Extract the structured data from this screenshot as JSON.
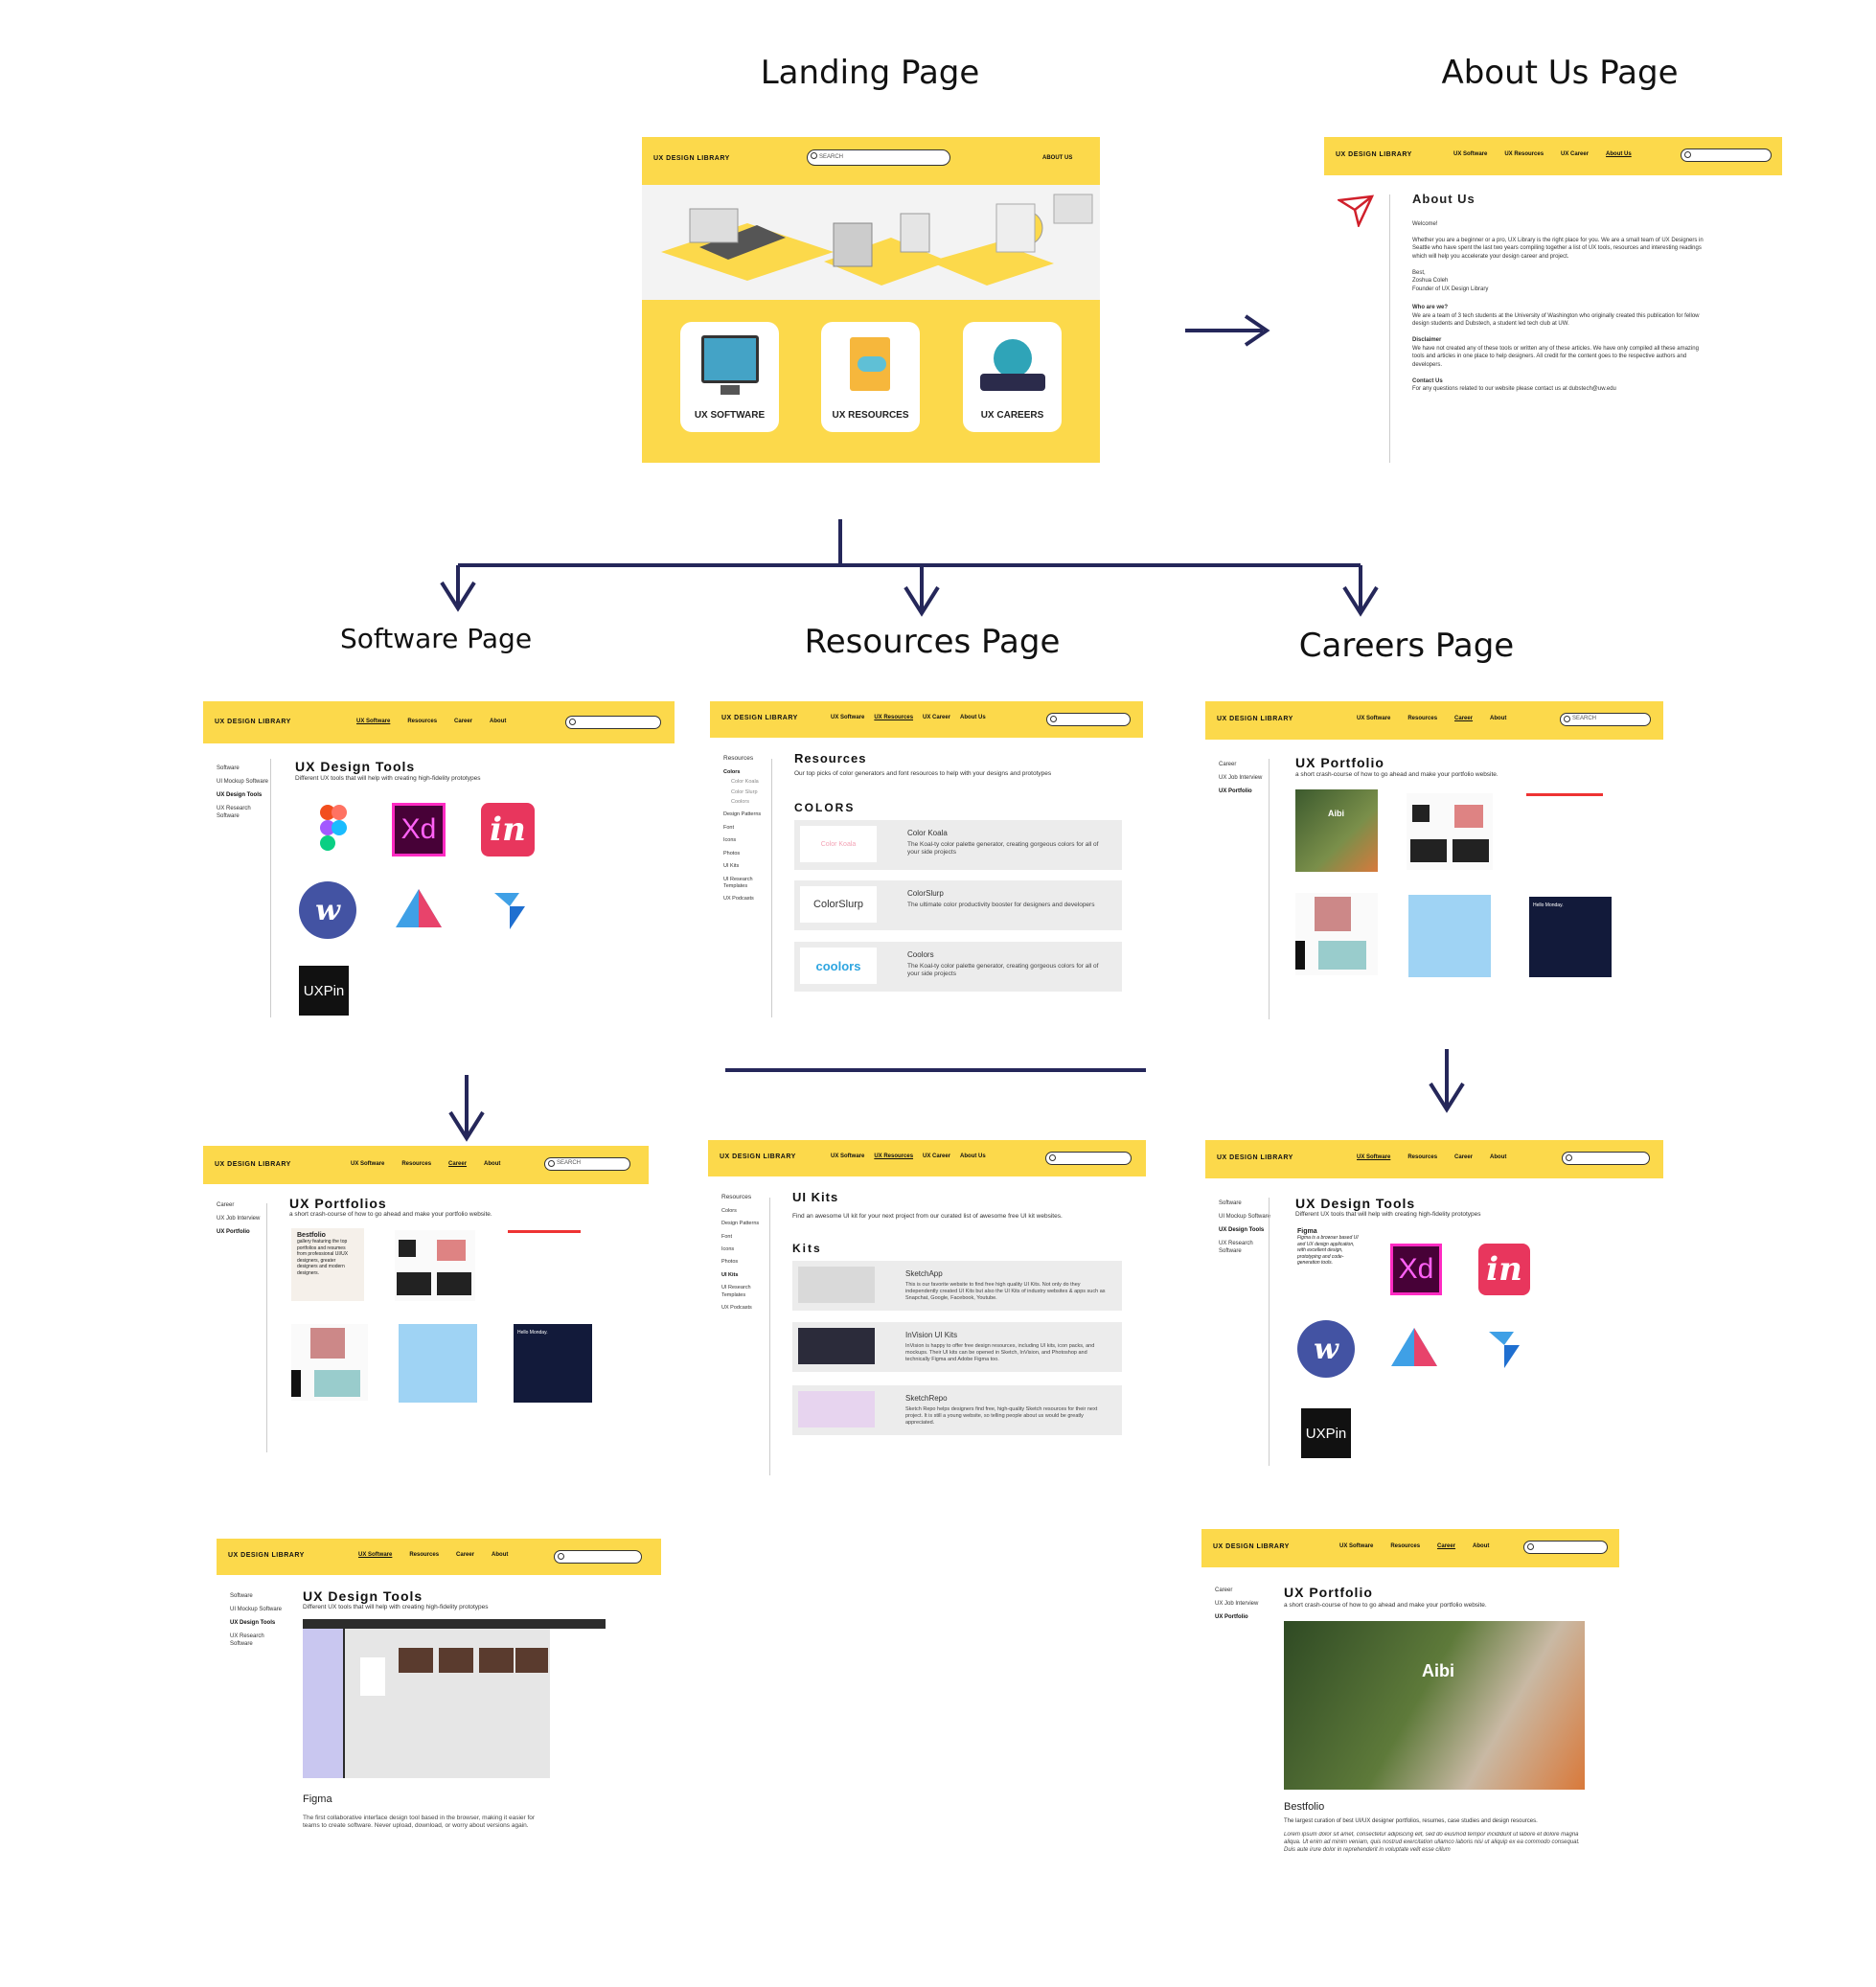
{
  "sections": {
    "landing": "Landing Page",
    "about": "About Us Page",
    "software": "Software Page",
    "resources": "Resources Page",
    "careers": "Careers Page"
  },
  "brand": "UX DESIGN LIBRARY",
  "landing": {
    "search": "SEARCH",
    "about_link": "ABOUT US",
    "cards": [
      "UX SOFTWARE",
      "UX RESOURCES",
      "UX CAREERS"
    ]
  },
  "about": {
    "nav": [
      "UX Software",
      "UX Resources",
      "UX Career",
      "About Us"
    ],
    "title": "About Us",
    "welcome": "Welcome!",
    "intro": "Whether you are a beginner or a pro, UX Library is the right place for you. We are a small team of UX Designers in Seattle who have spent the last two years compiling together a list of UX tools, resources and interesting readings which will help you accelerate your design career and project.",
    "sign_best": "Best,",
    "sign_name": "Zoshua Coleh",
    "sign_role": "Founder of UX Design Library",
    "who_h": "Who are we?",
    "who_p": "We are a team of 3 tech students at the University of Washington who originally created this publication for fellow design students and Dubstech, a student led tech club at UW.",
    "disc_h": "Disclaimer",
    "disc_p": "We have not created any of these tools or written any of these articles. We have only compiled all these amazing tools and articles in one place to help designers. All credit for the content goes to the respective authors and developers.",
    "contact_h": "Contact Us",
    "contact_p": "For any questions related to our website please contact us at dubstech@uw.edu"
  },
  "nav_main": [
    "UX Software",
    "Resources",
    "Career",
    "About"
  ],
  "nav_res": [
    "UX Software",
    "UX Resources",
    "UX Career",
    "About Us"
  ],
  "search_label": "SEARCH",
  "software": {
    "side": [
      "Software",
      "UI Mockup Software",
      "UX Design Tools",
      "UX Research Software"
    ],
    "title": "UX Design Tools",
    "subtitle": "Different UX tools that will help with creating high-fidelity prototypes",
    "xd": "Xd",
    "in": "in",
    "w": "w",
    "uxpin": "UXPin",
    "figma_label": "Figma",
    "figma_desc": "The first collaborative interface design tool based in the browser, making it easier for teams to create software. Never upload, download, or worry about versions again."
  },
  "resources": {
    "side": [
      "Resources",
      "Colors",
      "Color Koala",
      "Color Slurp",
      "Coolors",
      "Design Patterns",
      "Font",
      "Icons",
      "Photos",
      "UI Kits",
      "UI Research Templates",
      "UX Podcasts"
    ],
    "title": "Resources",
    "subtitle": "Our top picks of color generators and font resources to help with your designs and prototypes",
    "colors_h": "COLORS",
    "cards": [
      {
        "name": "Color Koala",
        "desc": "The Koal-ty color palette generator, creating gorgeous colors for all of your side projects",
        "thumb": "Color Koala"
      },
      {
        "name": "ColorSlurp",
        "desc": "The ultimate color productivity booster for designers and developers",
        "thumb": "ColorSlurp"
      },
      {
        "name": "Coolors",
        "desc": "The Koal-ty color palette generator, creating gorgeous colors for all of your side projects",
        "thumb": "coolors"
      }
    ],
    "uikits_title": "UI Kits",
    "uikits_sub": "Find an awesome UI kit for your next project from our curated list of awesome free UI kit websites.",
    "kits_h": "Kits",
    "kits": [
      {
        "name": "SketchApp",
        "desc": "This is our favorite website to find free high quality UI Kits. Not only do they independently created UI Kits but also the UI Kits of industry websites & apps such as Snapchat, Google, Facebook, Youtube."
      },
      {
        "name": "InVision UI Kits",
        "desc": "InVision is happy to offer free design resources, including UI kits, icon packs, and mockups. Their UI kits can be opened in Sketch, InVision, and Photoshop and technically Figma and Adobe Figma too."
      },
      {
        "name": "SketchRepo",
        "desc": "Sketch Repo helps designers find free, high-quality Sketch resources for their next project. It is still a young website, so telling people about us would be greatly appreciated."
      }
    ]
  },
  "career": {
    "side": [
      "Career",
      "UX Job Interview",
      "UX Portfolio"
    ],
    "title": "UX Portfolio",
    "subtitle": "a short crash-course of how to go ahead and make your portfolio website.",
    "portfolio_title": "UX Portfolios",
    "aibi": "Aibi",
    "bestfolio": "Bestfolio",
    "bestfolio_card": "Bestfolio",
    "bestfolio_card_desc": "gallery featuring the top portfolios and resumes from professional UI/UX designers, greater designers and modern designers.",
    "bestfolio_desc": "The largest curation of best UI/UX designer portfolios, resumes, case studies and design resources.",
    "lorem": "Lorem ipsum dolor sit amet, consectetur adipiscing elit, sed do eiusmod tempor incididunt ut labore et dolore magna aliqua. Ut enim ad minim veniam, quis nostrud exercitation ullamco laboris nisi ut aliquip ex ea commodo consequat. Duis aute irure dolor in reprehenderit in voluptate velit esse cillum",
    "hello": "Hello Monday.",
    "figma_card": "Figma",
    "figma_card_desc": "Figma is a browser based UI and UX design application, with excellent design, prototyping and code-generation tools."
  },
  "colors": {
    "yellow": "#fcd94b",
    "navy": "#1f2150",
    "arrow": "#25275a"
  }
}
